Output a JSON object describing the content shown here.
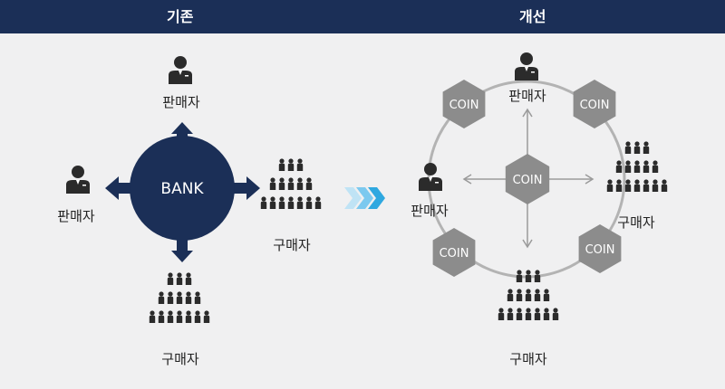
{
  "headers": {
    "left": "기존",
    "right": "개선"
  },
  "left": {
    "center": "BANK",
    "top_label": "판매자",
    "left_label": "판매자",
    "right_label": "구매자",
    "bottom_label": "구매자"
  },
  "right": {
    "center": "COIN",
    "top_label": "판매자",
    "left_label": "판매자",
    "right_label": "구매자",
    "bottom_label": "구매자",
    "coins": [
      "COIN",
      "COIN",
      "COIN",
      "COIN"
    ]
  },
  "colors": {
    "header_bg": "#1b2f57",
    "bank_navy": "#1b2f57",
    "coin_gray": "#8c8c8c",
    "ring_gray": "#b3b3b3",
    "arrow_blue": "#2fa8e0"
  }
}
